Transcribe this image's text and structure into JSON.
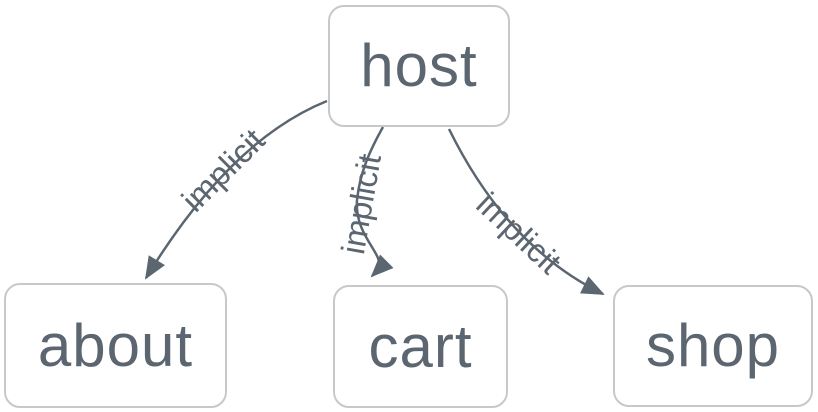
{
  "diagram": {
    "type": "graph",
    "nodes": [
      {
        "id": "host",
        "label": "host"
      },
      {
        "id": "about",
        "label": "about"
      },
      {
        "id": "cart",
        "label": "cart"
      },
      {
        "id": "shop",
        "label": "shop"
      }
    ],
    "edges": [
      {
        "from": "host",
        "to": "about",
        "label": "implicit"
      },
      {
        "from": "host",
        "to": "cart",
        "label": "implicit"
      },
      {
        "from": "host",
        "to": "shop",
        "label": "implicit"
      }
    ],
    "colors": {
      "background": "#ffffff",
      "node_fill": "#ffffff",
      "node_border": "#c6c8cb",
      "text": "#5c6670",
      "edge": "#5c6670"
    }
  }
}
